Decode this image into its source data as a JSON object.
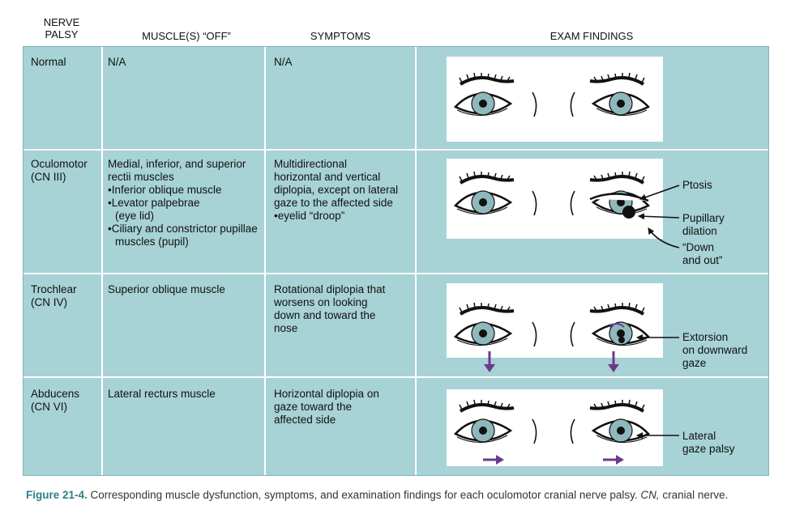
{
  "headers": {
    "palsy_line1": "NERVE",
    "palsy_line2": "PALSY",
    "muscles": "MUSCLE(S) “OFF”",
    "symptoms": "SYMPTOMS",
    "findings": "EXAM FINDINGS"
  },
  "rows": [
    {
      "palsy": [
        "Normal"
      ],
      "muscles": [
        "N/A"
      ],
      "bullets": [],
      "symptoms": [
        "N/A"
      ],
      "symptom_bullets": []
    },
    {
      "palsy": [
        "Oculomotor",
        "(CN III)"
      ],
      "muscles": [
        "Medial, inferior, and superior",
        "rectii muscles"
      ],
      "bullets": [
        "Inferior oblique muscle",
        "Levator palpebrae (eye lid)",
        "Ciliary and constrictor pupillae muscles (pupil)"
      ],
      "symptoms": [
        "Multidirectional",
        "horizontal and vertical",
        "diplopia, except on lateral",
        "gaze to the affected side"
      ],
      "symptom_bullets": [
        "eyelid “droop”"
      ]
    },
    {
      "palsy": [
        "Trochlear",
        "(CN IV)"
      ],
      "muscles": [
        "Superior oblique muscle"
      ],
      "bullets": [],
      "symptoms": [
        "Rotational diplopia that",
        "worsens on looking",
        "down and toward the",
        "nose"
      ],
      "symptom_bullets": []
    },
    {
      "palsy": [
        "Abducens",
        "(CN VI)"
      ],
      "muscles": [
        "Lateral recturs muscle"
      ],
      "bullets": [],
      "symptoms": [
        "Horizontal diplopia on",
        "gaze toward the",
        "affected side"
      ],
      "symptom_bullets": []
    }
  ],
  "annotations": {
    "ptosis": "Ptosis",
    "pupil_1": "Pupillary",
    "pupil_2": "dilation",
    "down_1": "“Down",
    "down_2": "and out”",
    "extorsion_1": "Extorsion",
    "extorsion_2": "on downward",
    "extorsion_3": "gaze",
    "lateral_1": "Lateral",
    "lateral_2": "gaze palsy"
  },
  "caption": {
    "label": "Figure 21-4.",
    "text": " Corresponding muscle dysfunction, symptoms, and examination findings for each oculomotor cranial nerve palsy. ",
    "abbr": "CN,",
    "abbr_def": " cranial nerve."
  },
  "colors": {
    "table_bg": "#a7d2d6",
    "caption_label": "#2e7f87",
    "iris": "#8fb8bc",
    "arrow_purple": "#6b3a8c"
  }
}
